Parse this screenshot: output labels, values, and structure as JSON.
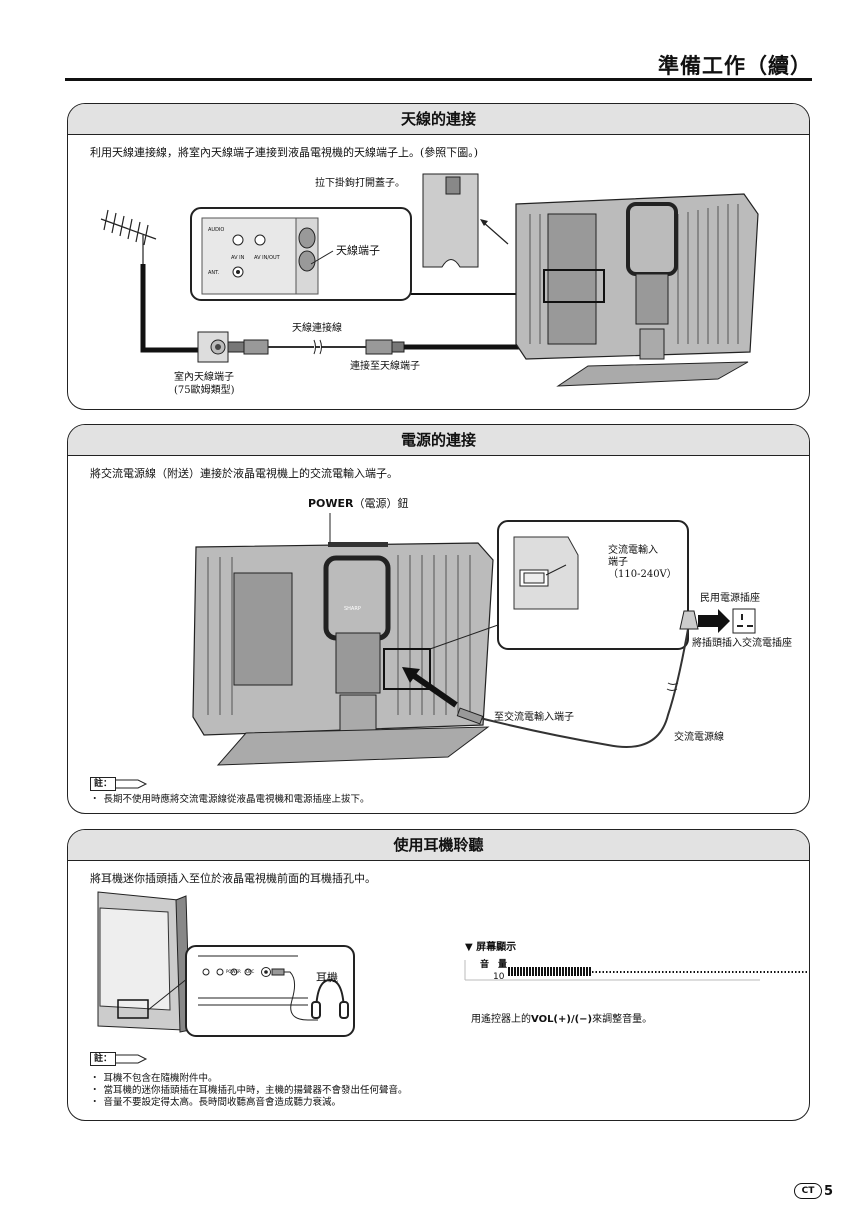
{
  "header": {
    "title": "準備工作（續）"
  },
  "antenna": {
    "heading": "天線的連接",
    "intro": "利用天線連接線，將室內天線端子連接到液晶電視機的天線端子上。(參照下圖。)",
    "cover_label": "拉下掛鉤打開蓋子。",
    "terminal_label": "天線端子",
    "cable_label": "天線連接線",
    "connect_label": "連接至天線端子",
    "wall_label_1": "室內天線端子",
    "wall_label_2": "(75歐姆類型)",
    "panel_audio": "AUDIO",
    "panel_avin": "AV IN",
    "panel_avout": "AV IN/OUT",
    "panel_ant": "ANT."
  },
  "power": {
    "heading": "電源的連接",
    "intro": "將交流電源線（附送）連接於液晶電視機上的交流電輸入端子。",
    "power_btn_bold": "POWER",
    "power_btn_rest": "（電源）鈕",
    "ac_in_1": "交流電輸入",
    "ac_in_2": "端子",
    "ac_in_3": "（110-240V）",
    "household_outlet": "民用電源插座",
    "plug_label": "將插頭插入交流電插座",
    "to_ac_in": "至交流電輸入端子",
    "ac_cord": "交流電源線",
    "tv_brand": "SHARP",
    "note_badge": "註：",
    "notes": [
      "長期不使用時應將交流電源線從液晶電視機和電源插座上拔下。"
    ]
  },
  "headphones": {
    "heading": "使用耳機聆聽",
    "intro": "將耳機迷你插頭插入至位於液晶電視機前面的耳機插孔中。",
    "headphone_label": "耳機",
    "panel_power": "POWER",
    "panel_opc": "OPC",
    "osd_title": "屏幕顯示",
    "osd_label": "音　量",
    "osd_value": "10",
    "osd_level": 0.28,
    "vol_text_pre": "用遙控器上的",
    "vol_text_bold": "VOL(+)/(−)",
    "vol_text_post": "來調整音量。",
    "note_badge": "註：",
    "notes": [
      "耳機不包含在隨機附件中。",
      "當耳機的迷你插頭插在耳機插孔中時，主機的揚聲器不會發出任何聲音。",
      "音量不要設定得太高。長時間收聽高音會造成聽力衰減。"
    ]
  },
  "footer": {
    "lang_badge": "CT",
    "page_number": "5"
  }
}
